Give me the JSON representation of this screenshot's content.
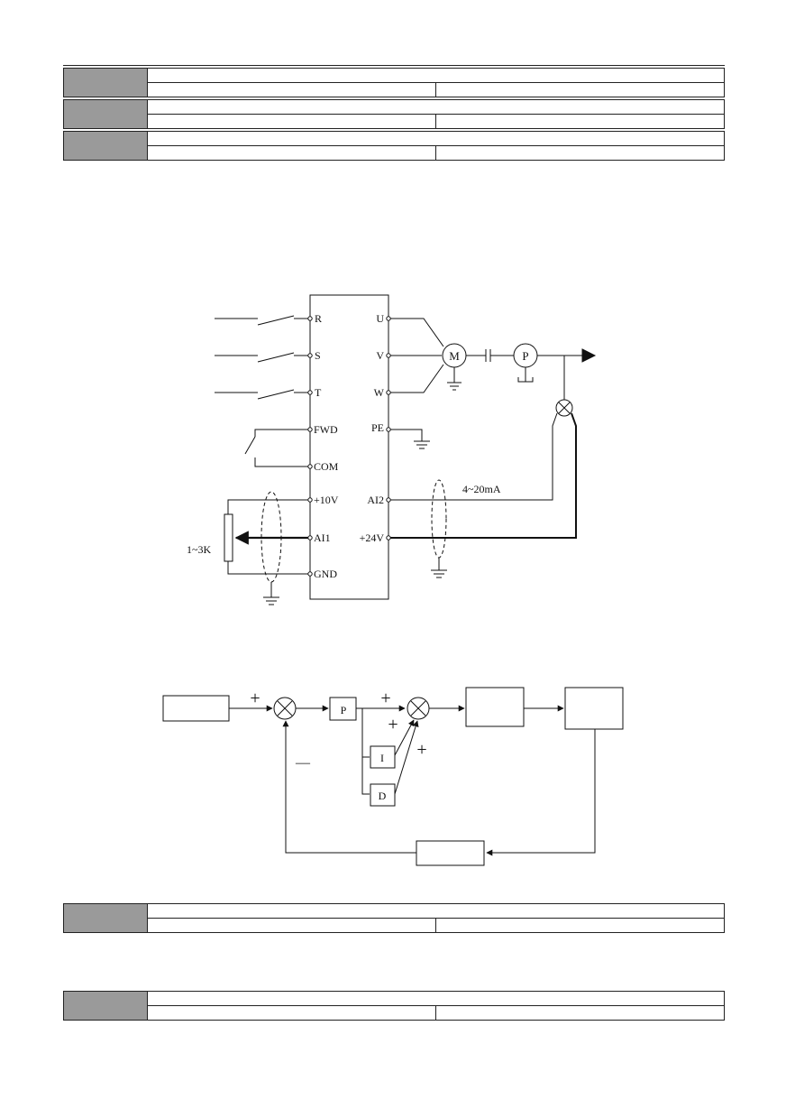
{
  "wiring_diagram": {
    "power_terminals": [
      "R",
      "S",
      "T"
    ],
    "output_terminals": [
      "U",
      "V",
      "W"
    ],
    "control_left_terminals": [
      "FWD",
      "COM",
      "+10V",
      "AI1",
      "GND"
    ],
    "control_right_terminals": [
      "PE",
      "AI2",
      "+24V"
    ],
    "motor_label": "M",
    "pump_label": "P",
    "current_signal_label": "4~20mA",
    "potentiometer_label": "1~3K"
  },
  "pid_diagram": {
    "p_block": "P",
    "i_block": "I",
    "d_block": "D",
    "plus_sign": "+",
    "minus_sign": "—"
  }
}
